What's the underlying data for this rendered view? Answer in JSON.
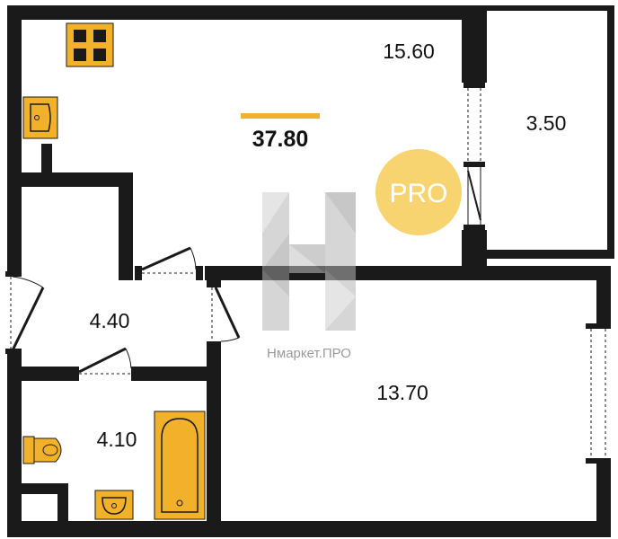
{
  "plan": {
    "total_area": "37.80",
    "rooms": {
      "living_room": "15.60",
      "balcony": "3.50",
      "hallway": "4.40",
      "bedroom": "13.70",
      "bathroom": "4.10"
    }
  },
  "watermark": {
    "badge": "PRO",
    "brand": "Нмаркет.ПРО"
  },
  "colors": {
    "wall": "#1a1a1a",
    "fixture": "#f2b12a",
    "accent": "#f5c542",
    "watermark": "#9a9a9a"
  }
}
